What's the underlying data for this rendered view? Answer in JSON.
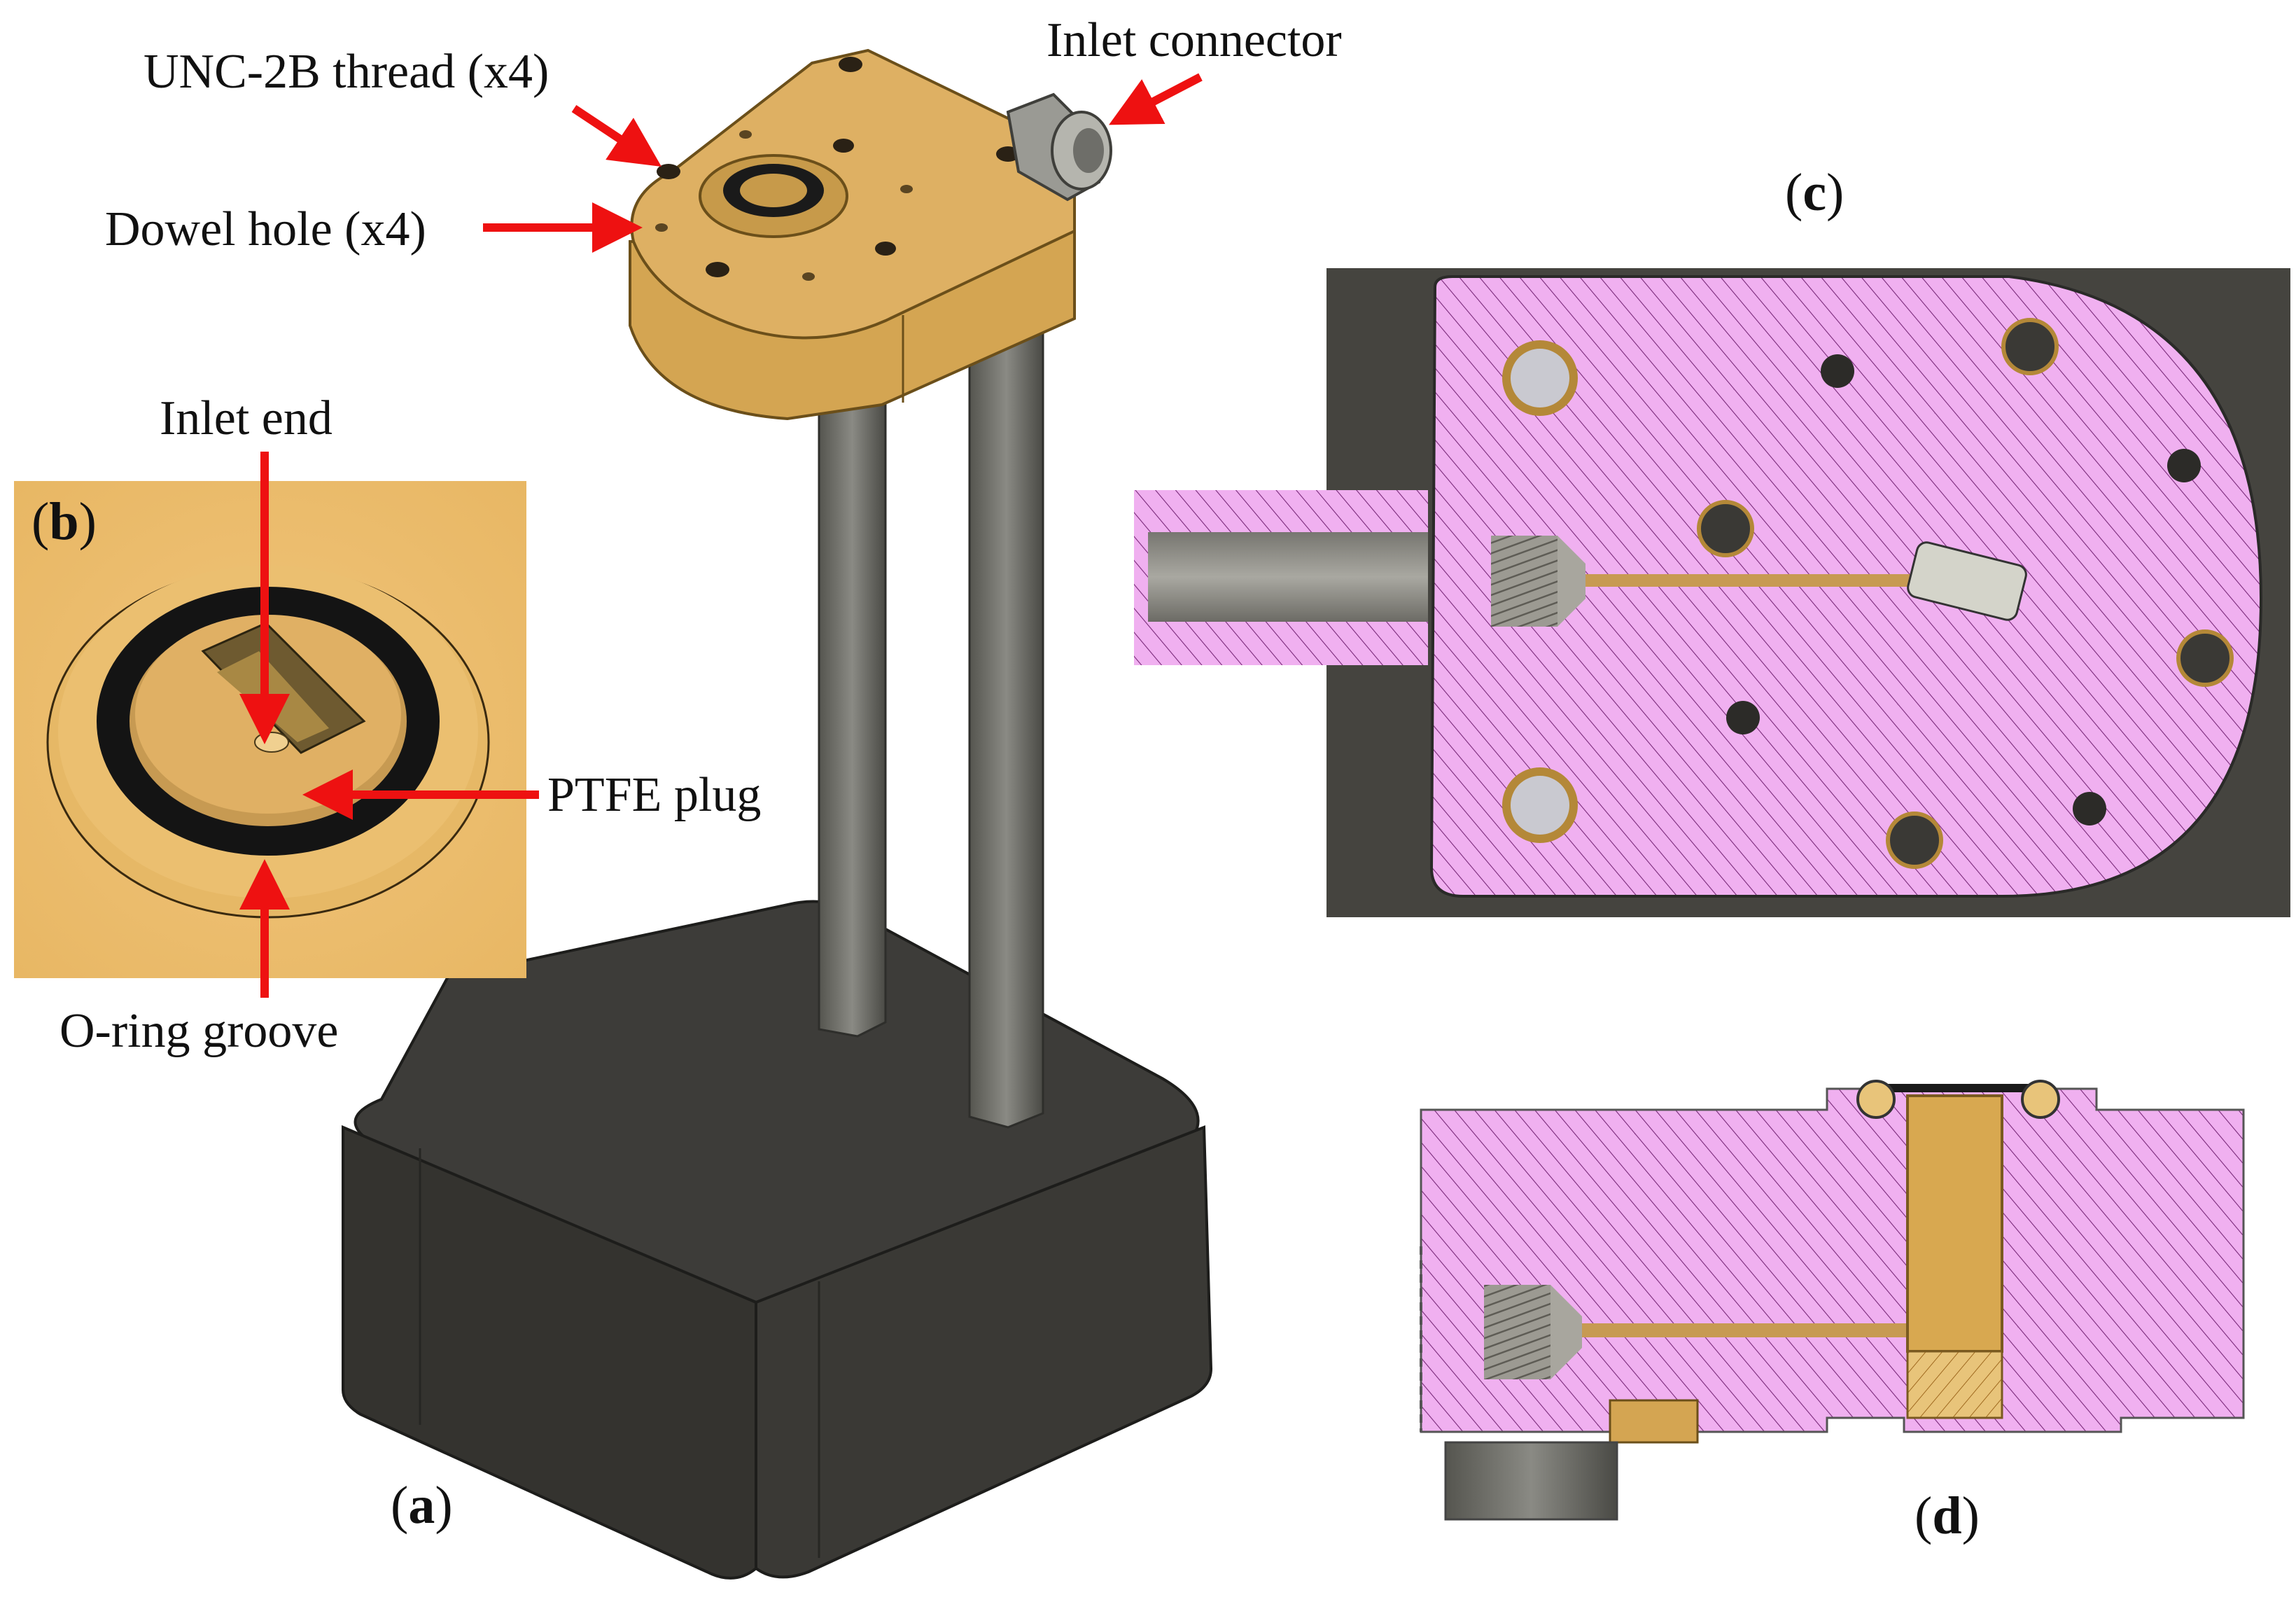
{
  "annotations": {
    "unc_thread": "UNC-2B thread (x4)",
    "dowel_hole": "Dowel hole (x4)",
    "inlet_connector": "Inlet connector",
    "inlet_end": "Inlet end",
    "ptfe_plug": "PTFE plug",
    "oring_groove": "O-ring groove"
  },
  "panels": {
    "a": {
      "open": "(",
      "letter": "a",
      "close": ")"
    },
    "b": {
      "open": "(",
      "letter": "b",
      "close": ")"
    },
    "c": {
      "open": "(",
      "letter": "c",
      "close": ")"
    },
    "d": {
      "open": "(",
      "letter": "d",
      "close": ")"
    }
  },
  "colors": {
    "brass": "#d9ad5e",
    "brass_dark": "#b48838",
    "dark_base": "#3a3936",
    "section_pink": "#f0b0f0",
    "section_bg": "#45443f",
    "arrow_red": "#ee1111",
    "rod_grey": "#6f6f6a"
  }
}
